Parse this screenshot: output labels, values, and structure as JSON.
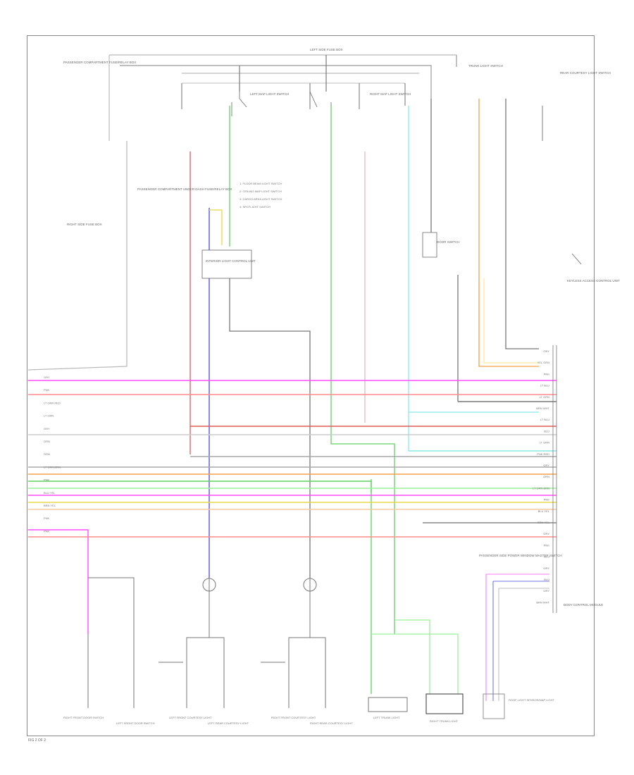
{
  "diagram": {
    "footer_code": "FIG 2 OF 2",
    "bus_labels_left": [
      "GRY",
      "PNK",
      "LT GRN RED",
      "LT GRN",
      "GRY",
      "ORN",
      "GRN",
      "LT GRN BRN",
      "PNK",
      "BLU YEL",
      "BRN YEL",
      "PNK",
      "PNK"
    ],
    "bus_labels_right": [
      "GRY",
      "YEL GRN",
      "PNK",
      "LT BLU",
      "LT GRN",
      "BRN WHT",
      "LT BLU",
      "BLU",
      "LT GRN",
      "PNK RED",
      "GRY",
      "ORN",
      "LT GRN BRN",
      "PNK",
      "BLU YEL",
      "BRN YEL",
      "GRY",
      "PNK",
      "BLU",
      "GRY",
      "BLU",
      "GRY",
      "BRN WHT"
    ],
    "switch_legend": [
      "1: FLOOR BEAM LIGHT SWITCH",
      "2: CEILING MAP LIGHT SWITCH",
      "3: CARGO AREA LIGHT SWITCH",
      "4: SPOTLIGHT SWITCH"
    ],
    "left_labels": [
      "PASSENGER COMPARTMENT FUSE/RELAY BOX",
      "RIGHT SIDE FUSE BOX",
      "INTERIOR LIGHT CONTROL UNIT",
      "PASSENGER COMPARTMENT UNDER-DASH FUSE/RELAY BOX"
    ],
    "top_labels": [
      "LEFT SIDE FUSE BOX",
      "LEFT MAP LIGHT SWITCH",
      "RIGHT MAP LIGHT SWITCH",
      "DOOR SWITCH",
      "TRUNK LIGHT SWITCH",
      "REAR COURTESY LIGHT SWITCH"
    ],
    "bottom_labels": [
      "RIGHT FRONT DOOR SWITCH",
      "LEFT FRONT DOOR SWITCH",
      "LEFT FRONT COURTESY LIGHT",
      "LEFT REAR COURTESY LIGHT",
      "RIGHT FRONT COURTESY LIGHT",
      "RIGHT REAR COURTESY LIGHT",
      "LEFT TRUNK LIGHT",
      "RIGHT TRUNK LIGHT",
      "ROOF LIGHT SENSOR/MAP LIGHT"
    ],
    "right_labels": [
      "KEYLESS ACCESS CONTROL UNIT",
      "PASSENGER SIDE POWER WINDOW MASTER SWITCH",
      "BODY CONTROL MODULE"
    ],
    "wire_colors": {
      "magenta": "#ff4dff",
      "pink": "#ff8c8c",
      "red": "#e05a5a",
      "green": "#5fd35f",
      "lightgreen": "#9af09a",
      "orange": "#f5a04b",
      "yellow": "#ffe89a",
      "blue": "#4a4adf",
      "cyan": "#8ae8e8",
      "gray": "#aaaaaa",
      "black": "#555555"
    }
  }
}
